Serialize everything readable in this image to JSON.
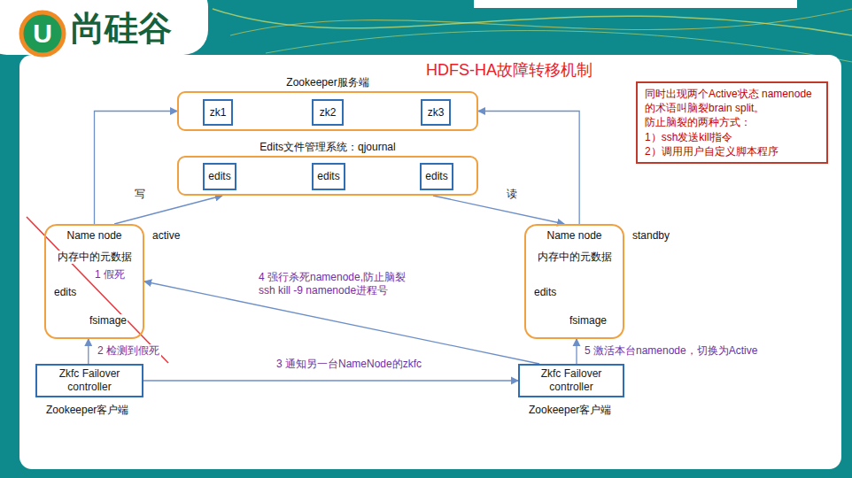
{
  "diagram": {
    "title": "HDFS-HA故障转移机制",
    "nodes": [
      {
        "text": [
          "Zookeeper服务端"
        ]
      },
      {
        "text": [
          "zk1"
        ],
        "in": 0
      },
      {
        "text": [
          "zk2"
        ],
        "in": 0
      },
      {
        "text": [
          "zk3"
        ],
        "in": 0
      },
      {
        "text": [
          "同时出现两个Active状态 namenode的术语叫脑裂brain split。",
          "防止脑裂的两种方式：",
          "1）ssh发送kill指令",
          "2）调用用户自定义脚本程序"
        ]
      },
      {
        "text": [
          "Edits文件管理系统：qjournal"
        ]
      },
      {
        "text": [
          "edits"
        ],
        "in": 5
      },
      {
        "text": [
          "edits"
        ],
        "in": 5
      },
      {
        "text": [
          "edits"
        ],
        "in": 5
      },
      {
        "text": [
          "Name node",
          "active",
          "内存中的元数据",
          "edits",
          "fsimage"
        ]
      },
      {
        "text": [
          "Name node",
          "standby",
          "内存中的元数据",
          "edits",
          "fsimage"
        ]
      },
      {
        "text": [
          "Zkfc Failover controller",
          "Zookeeper客户端"
        ]
      },
      {
        "text": [
          "Zkfc Failover controller",
          "Zookeeper客户端"
        ]
      }
    ],
    "edges": [
      {
        "from": 9,
        "to": 0,
        "arrow": "to"
      },
      {
        "from": 10,
        "to": 0,
        "arrow": "to"
      },
      {
        "from": 9,
        "to": 5,
        "label": "写",
        "arrow": "to"
      },
      {
        "from": 5,
        "to": 10,
        "label": "读",
        "arrow": "to"
      },
      {
        "from": 11,
        "to": 9,
        "label": "2 检测到假死",
        "arrow": "to"
      },
      {
        "from": 11,
        "to": 12,
        "label": "3 通知另一台NameNode的zkfc",
        "arrow": "to"
      },
      {
        "from": 12,
        "to": 9,
        "label": "4 强行杀死namenode,防止脑裂 ssh kill -9 namenode进程号",
        "arrow": "to"
      },
      {
        "from": 12,
        "to": 10,
        "label": "5 激活本台namenode，切换为Active",
        "arrow": "to"
      }
    ],
    "labels": [
      "U",
      "尚硅谷",
      "1 假死"
    ]
  }
}
